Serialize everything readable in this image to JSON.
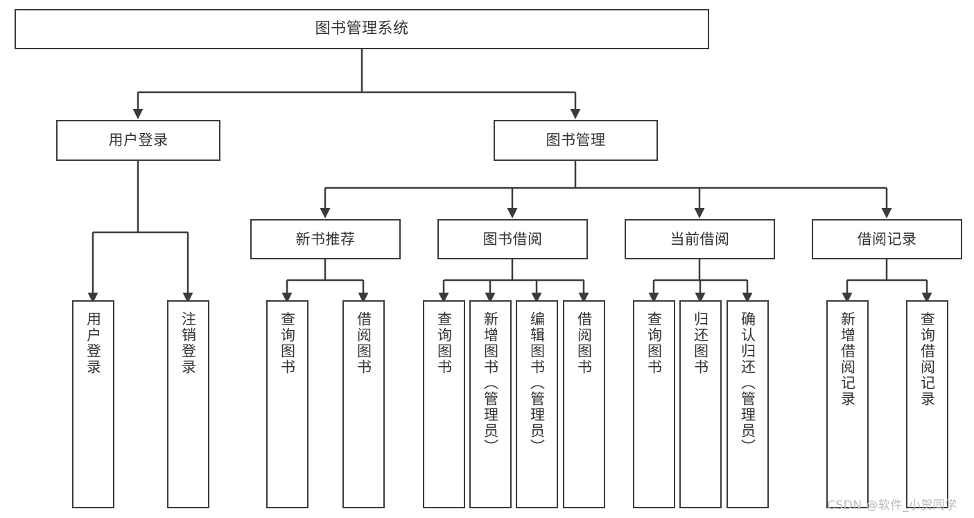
{
  "diagram": {
    "type": "tree-hierarchy-chart",
    "title": "图书管理系统",
    "orientation": "top-down",
    "colors": {
      "box_border": "#3b3b3b",
      "box_fill": "#ffffff",
      "edge": "#3b3b3b",
      "text": "#333333",
      "watermark": "#b9b9b9",
      "background": "#ffffff"
    }
  },
  "nodes": {
    "root": {
      "label": "图书管理系统",
      "level": 0
    },
    "level1": [
      {
        "id": "user-login",
        "label": "用户登录"
      },
      {
        "id": "book-manage",
        "label": "图书管理"
      }
    ],
    "level2": [
      {
        "id": "new-book-recommend",
        "label": "新书推荐",
        "parent": "book-manage"
      },
      {
        "id": "book-borrow",
        "label": "图书借阅",
        "parent": "book-manage"
      },
      {
        "id": "current-borrow",
        "label": "当前借阅",
        "parent": "book-manage"
      },
      {
        "id": "borrow-record",
        "label": "借阅记录",
        "parent": "book-manage"
      }
    ],
    "leaves": [
      {
        "id": "leaf-user-login",
        "label": "用户登录",
        "parent": "user-login"
      },
      {
        "id": "leaf-logout-login",
        "label": "注销登录",
        "parent": "user-login"
      },
      {
        "id": "leaf-query-book-1",
        "label": "查询图书",
        "parent": "new-book-recommend"
      },
      {
        "id": "leaf-borrow-book-1",
        "label": "借阅图书",
        "parent": "new-book-recommend"
      },
      {
        "id": "leaf-query-book-2",
        "label": "查询图书",
        "parent": "book-borrow"
      },
      {
        "id": "leaf-add-book",
        "label": "新增图书（管理员）",
        "parent": "book-borrow"
      },
      {
        "id": "leaf-edit-book",
        "label": "编辑图书（管理员）",
        "parent": "book-borrow"
      },
      {
        "id": "leaf-borrow-book-2",
        "label": "借阅图书",
        "parent": "book-borrow"
      },
      {
        "id": "leaf-query-book-3",
        "label": "查询图书",
        "parent": "current-borrow"
      },
      {
        "id": "leaf-return-book",
        "label": "归还图书",
        "parent": "current-borrow"
      },
      {
        "id": "leaf-confirm-return",
        "label": "确认归还（管理员）",
        "parent": "current-borrow"
      },
      {
        "id": "leaf-add-record",
        "label": "新增借阅记录",
        "parent": "borrow-record"
      },
      {
        "id": "leaf-query-record",
        "label": "查询借阅记录",
        "parent": "borrow-record"
      }
    ]
  },
  "watermark": {
    "text": "CSDN @软件_小贺同学"
  }
}
